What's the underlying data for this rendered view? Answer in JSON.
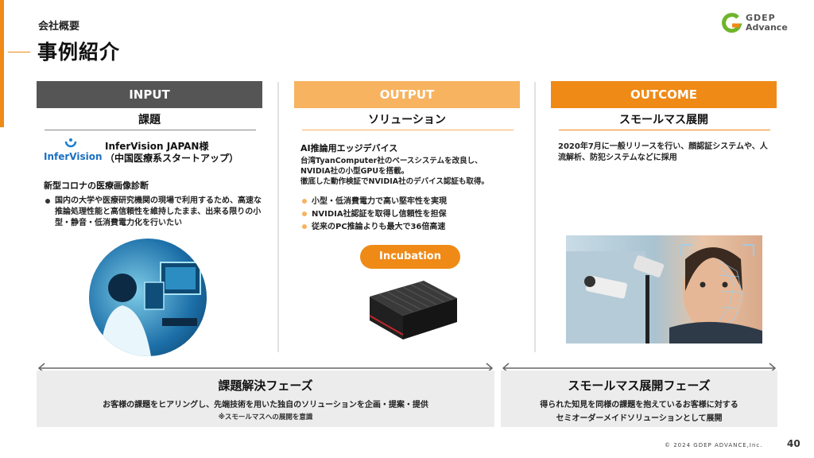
{
  "header": {
    "section_label": "会社概要",
    "title": "事例紹介",
    "logo_line1": "GDEP",
    "logo_line2": "Advance"
  },
  "input": {
    "header": "INPUT",
    "subheader": "課題",
    "logo_text": "InferVision",
    "client_name": "InferVision JAPAN様",
    "client_desc": "（中国医療系スタートアップ）",
    "topic": "新型コロナの医療画像診断",
    "bullets": [
      "国内の大学や医療研究機関の現場で利用するため、高速な推論処理性能と高信頼性を維持したまま、出来る限りの小型・静音・低消費電力化を行いたい"
    ]
  },
  "output": {
    "header": "OUTPUT",
    "subheader": "ソリューション",
    "product_title": "AI推論用エッジデバイス",
    "desc_lines": [
      "台湾TyanComputer社のベースシステムを改良し、",
      "NVIDIA社の小型GPUを搭載。",
      "徹底した動作検証でNVIDIA社のデバイス認証も取得。"
    ],
    "bullets": [
      "小型・低消費電力で高い堅牢性を実現",
      "NVIDIA社認証を取得し信頼性を担保",
      "従来のPC推論よりも最大で36倍高速"
    ],
    "badge": "Incubation"
  },
  "outcome": {
    "header": "OUTCOME",
    "subheader": "スモールマス展開",
    "desc": "2020年7月に一般リリースを行い、顔認証システムや、人流解析、防犯システムなどに採用"
  },
  "phase1": {
    "title": "課題解決フェーズ",
    "desc": "お客様の課題をヒアリングし、先端技術を用いた独自のソリューションを企画・提案・提供",
    "note": "※スモールマスへの展開を意識"
  },
  "phase2": {
    "title": "スモールマス展開フェーズ",
    "desc1": "得られた知見を同様の課題を抱えているお客様に対する",
    "desc2": "セミオーダーメイドソリューションとして展開"
  },
  "footer": {
    "copyright": "© 2024 GDEP ADVANCE,Inc.",
    "page": "40"
  },
  "colors": {
    "accent": "#ef8a17",
    "input_head": "#555555",
    "output_head": "#f7b360",
    "outcome_head": "#ef8a17"
  }
}
